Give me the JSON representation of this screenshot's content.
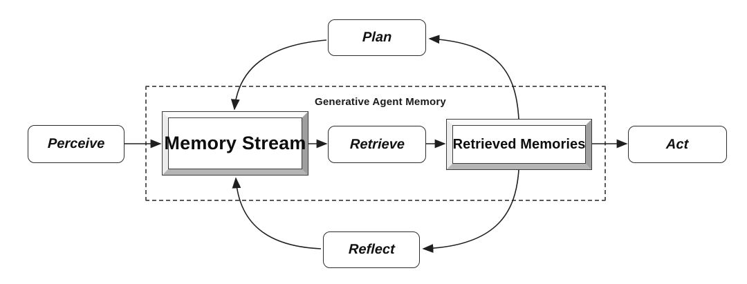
{
  "diagram": {
    "title": "Generative Agent Memory",
    "nodes": {
      "perceive": {
        "label": "Perceive",
        "shape": "rounded"
      },
      "plan": {
        "label": "Plan",
        "shape": "rounded"
      },
      "memory_stream": {
        "label": "Memory Stream",
        "shape": "beveled-frame"
      },
      "retrieve": {
        "label": "Retrieve",
        "shape": "rounded"
      },
      "retrieved_memories": {
        "label": "Retrieved Memories",
        "shape": "beveled-frame"
      },
      "act": {
        "label": "Act",
        "shape": "rounded"
      },
      "reflect": {
        "label": "Reflect",
        "shape": "rounded"
      }
    },
    "edges": [
      {
        "from": "Perceive",
        "to": "Memory Stream",
        "style": "straight-arrow"
      },
      {
        "from": "Memory Stream",
        "to": "Retrieve",
        "style": "straight-arrow"
      },
      {
        "from": "Retrieve",
        "to": "Retrieved Memories",
        "style": "straight-arrow"
      },
      {
        "from": "Retrieved Memories",
        "to": "Act",
        "style": "straight-arrow"
      },
      {
        "from": "Retrieved Memories",
        "to": "Plan",
        "style": "curved-arrow"
      },
      {
        "from": "Plan",
        "to": "Memory Stream",
        "style": "curved-arrow"
      },
      {
        "from": "Retrieved Memories",
        "to": "Reflect",
        "style": "curved-arrow"
      },
      {
        "from": "Reflect",
        "to": "Memory Stream",
        "style": "curved-arrow"
      }
    ],
    "boundary": {
      "label": "Generative Agent Memory",
      "style": "dashed"
    },
    "colors": {
      "background": "#ffffff",
      "stroke": "#1f1f1f",
      "boundary_dash": "#595959",
      "node_border": "#2b2b2b",
      "frame_light": "#fbfbfb",
      "frame_dark": "#9f9f9f",
      "text": "#111111"
    }
  }
}
